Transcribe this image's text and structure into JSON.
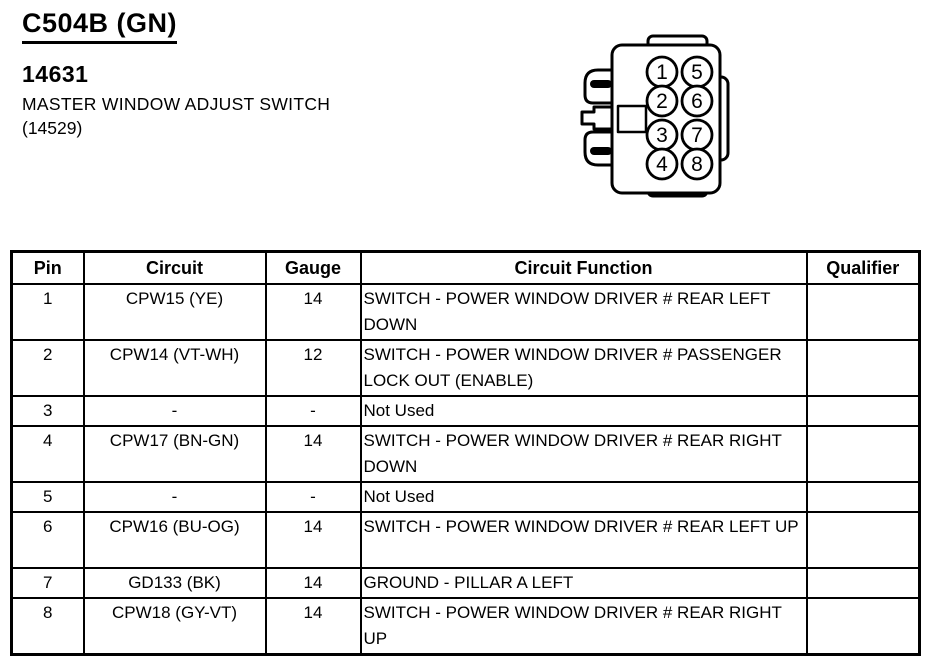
{
  "header": {
    "connector_id": "C504B (GN)",
    "part_number": "14631",
    "description": "MASTER WINDOW ADJUST SWITCH",
    "description_ref": "(14529)"
  },
  "connector": {
    "pins": [
      "1",
      "2",
      "3",
      "4",
      "5",
      "6",
      "7",
      "8"
    ]
  },
  "table": {
    "headers": [
      "Pin",
      "Circuit",
      "Gauge",
      "Circuit Function",
      "Qualifier"
    ],
    "rows": [
      {
        "pin": "1",
        "circuit": "CPW15 (YE)",
        "gauge": "14",
        "function": "SWITCH - POWER WINDOW DRIVER # REAR LEFT DOWN",
        "qualifier": ""
      },
      {
        "pin": "2",
        "circuit": "CPW14 (VT-WH)",
        "gauge": "12",
        "function": "SWITCH - POWER WINDOW DRIVER # PASSENGER LOCK OUT (ENABLE)",
        "qualifier": ""
      },
      {
        "pin": "3",
        "circuit": "-",
        "gauge": "-",
        "function": "Not Used",
        "qualifier": ""
      },
      {
        "pin": "4",
        "circuit": "CPW17 (BN-GN)",
        "gauge": "14",
        "function": "SWITCH - POWER WINDOW DRIVER # REAR RIGHT DOWN",
        "qualifier": ""
      },
      {
        "pin": "5",
        "circuit": "-",
        "gauge": "-",
        "function": "Not Used",
        "qualifier": ""
      },
      {
        "pin": "6",
        "circuit": "CPW16 (BU-OG)",
        "gauge": "14",
        "function": "SWITCH - POWER WINDOW DRIVER # REAR LEFT UP",
        "qualifier": ""
      },
      {
        "pin": "7",
        "circuit": "GD133 (BK)",
        "gauge": "14",
        "function": "GROUND - PILLAR A LEFT",
        "qualifier": ""
      },
      {
        "pin": "8",
        "circuit": "CPW18 (GY-VT)",
        "gauge": "14",
        "function": "SWITCH - POWER WINDOW DRIVER # REAR RIGHT UP",
        "qualifier": ""
      }
    ]
  },
  "colors": {
    "ink": "#000000",
    "paper": "#ffffff"
  }
}
